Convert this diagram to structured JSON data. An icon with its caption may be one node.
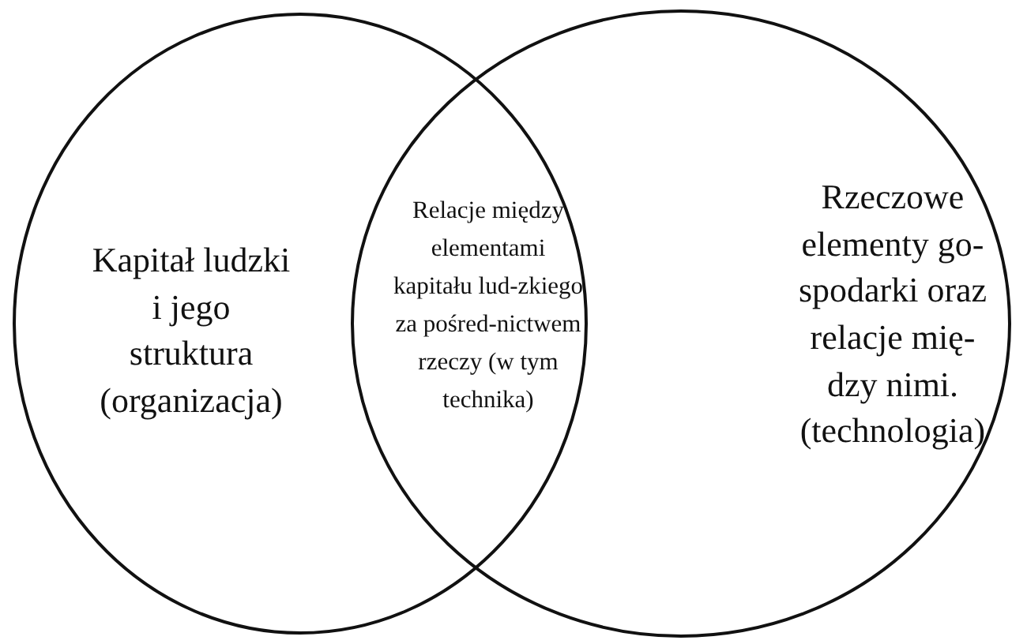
{
  "diagram": {
    "nodes": [
      {
        "text": [
          "Kapitał ludzki i jego struktura (organizacja)"
        ]
      },
      {
        "text": [
          "Rzeczowe elementy go-spodarki oraz relacje mię-dzy nimi. (technologia)"
        ]
      },
      {
        "text": [
          "Relacje między elementami kapitału lud-zkiego za pośred-nictwem rzeczy (w tym technika)"
        ]
      }
    ]
  }
}
